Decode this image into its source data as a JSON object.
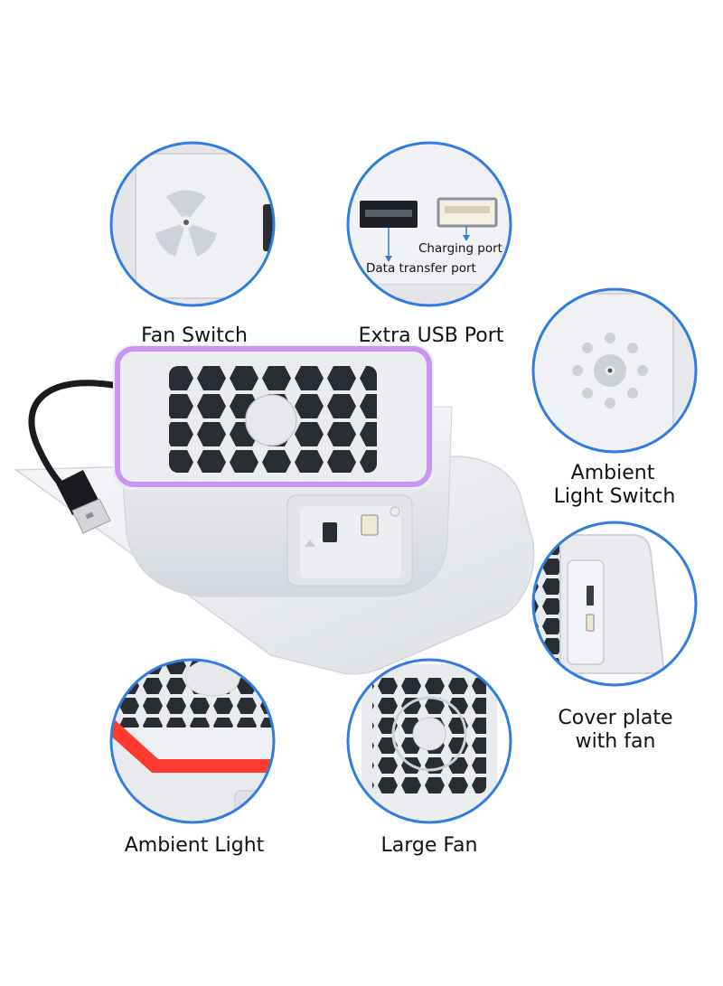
{
  "callouts": {
    "fan_switch": "Fan Switch",
    "extra_usb_port": "Extra USB Port",
    "ambient_light_switch_line1": "Ambient",
    "ambient_light_switch_line2": "Light Switch",
    "cover_plate_line1": "Cover plate",
    "cover_plate_line2": "with fan",
    "ambient_light": "Ambient Light",
    "large_fan": "Large Fan"
  },
  "port_labels": {
    "charging_port": "Charging port",
    "data_transfer_port": "Data transfer port"
  },
  "colors": {
    "circle_border": "#2f7de1",
    "device_white": "#eceef2",
    "ambient_purple": "#c58bf2",
    "ambient_red": "#ff3b30",
    "port_arrow": "#2f7de1"
  }
}
